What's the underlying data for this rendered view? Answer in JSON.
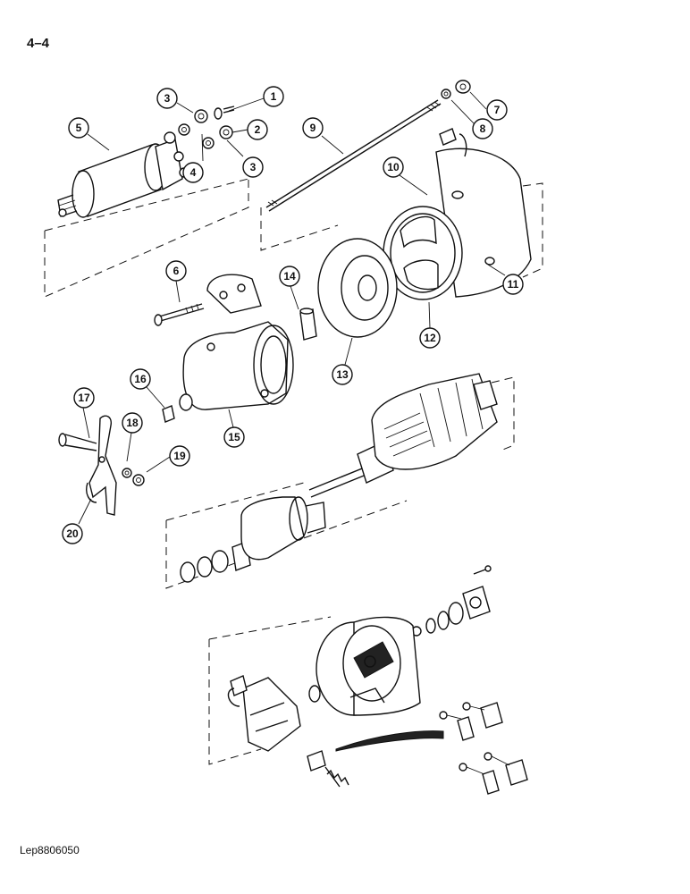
{
  "page_label": "4–4",
  "reference_code": "Lep8806050",
  "callouts": [
    "1",
    "2",
    "3",
    "3",
    "4",
    "5",
    "6",
    "7",
    "8",
    "9",
    "10",
    "11",
    "12",
    "13",
    "14",
    "15",
    "16",
    "17",
    "18",
    "19",
    "20"
  ]
}
